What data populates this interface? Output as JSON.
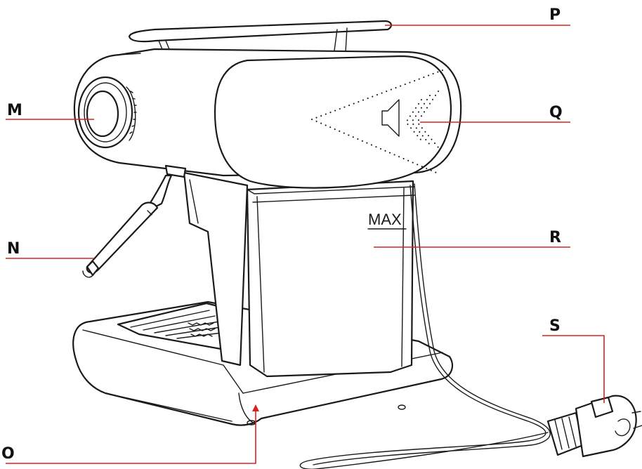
{
  "callouts": {
    "m": "M",
    "n": "N",
    "o": "O",
    "p": "P",
    "q": "Q",
    "r": "R",
    "s": "S"
  },
  "tank_marking": "MAX",
  "colors": {
    "leader": "#d7231e",
    "outline": "#1a1a1a",
    "label": "#111111"
  },
  "icons": {
    "q": "speaker-icon"
  }
}
